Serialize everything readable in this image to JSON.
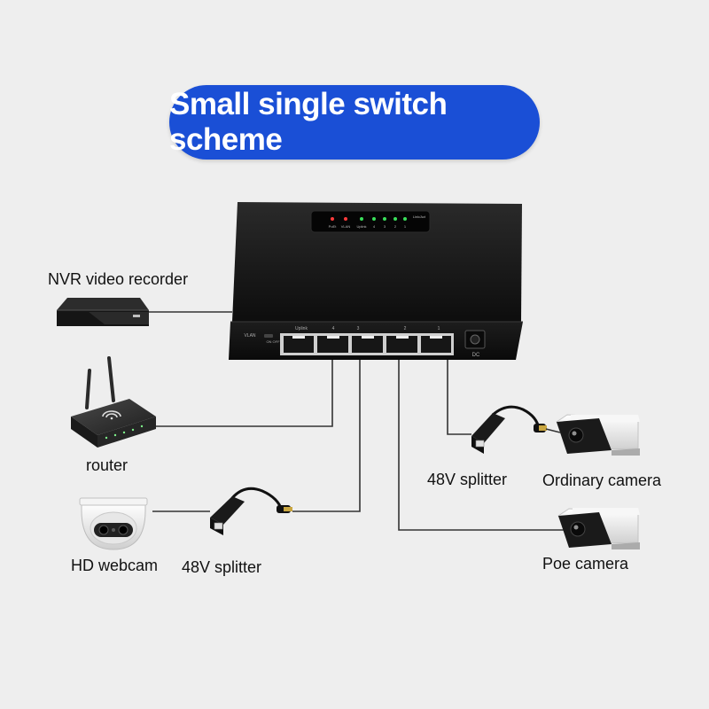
{
  "title": "Small single switch scheme",
  "labels": {
    "nvr": "NVR video recorder",
    "router": "router",
    "hd_webcam": "HD webcam",
    "splitter_left": "48V splitter",
    "splitter_right": "48V splitter",
    "ordinary_camera": "Ordinary camera",
    "poe_camera": "Poe camera"
  },
  "switch": {
    "leds": [
      "PoEt",
      "VLAN",
      "Uplink",
      "4",
      "3",
      "2",
      "1"
    ],
    "led_corner": "Link/Act",
    "ports": [
      "Uplink",
      "4",
      "3",
      "2",
      "1"
    ],
    "vlan": "VLAN",
    "vlan_switch": "ON OFF",
    "dc": "DC"
  },
  "colors": {
    "title_bg": "#1a4fd6",
    "led_red": "#ff3b3b",
    "led_green": "#39e05a",
    "cable": "#333333"
  }
}
